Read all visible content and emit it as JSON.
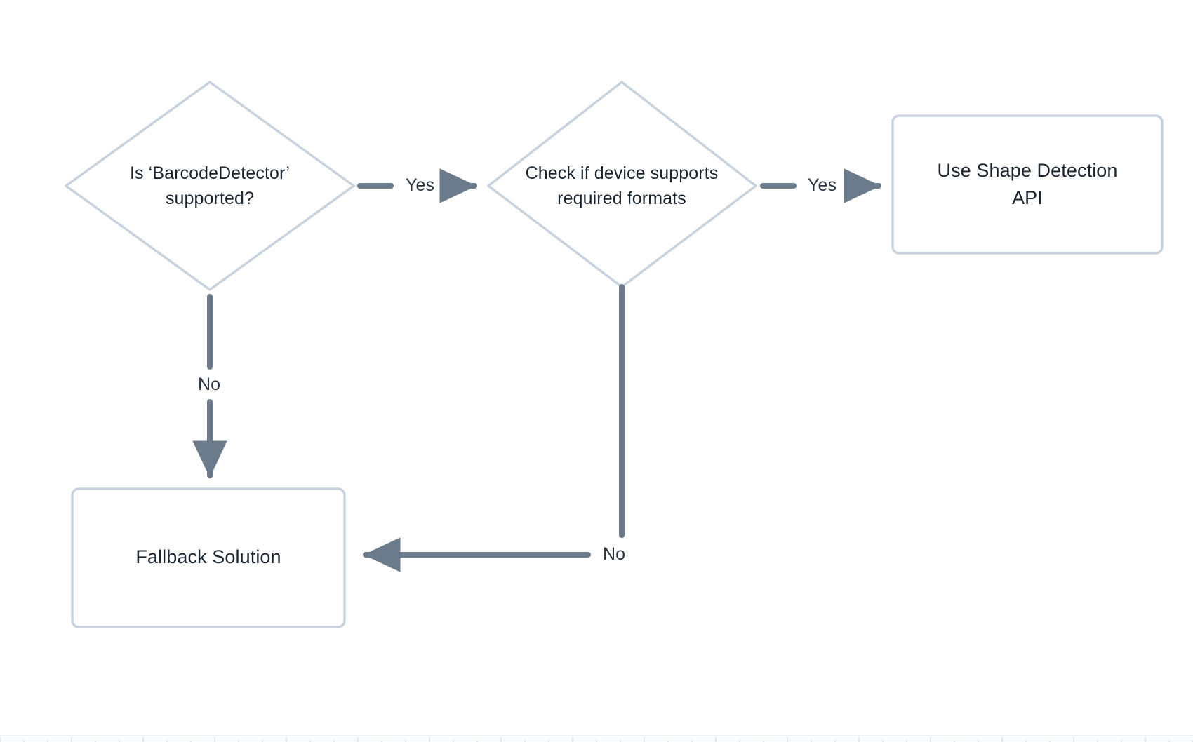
{
  "diagram": {
    "type": "flowchart",
    "background_color": "#ffffff",
    "shape_border_color": "#c8d2dd",
    "edge_color": "#6c7b8b",
    "text_color": "#1b252f",
    "nodes": [
      {
        "id": "n1",
        "shape": "diamond",
        "label": "Is ‘BarcodeDetector’\nsupported?"
      },
      {
        "id": "n2",
        "shape": "diamond",
        "label": "Check if device supports\nrequired formats"
      },
      {
        "id": "n3",
        "shape": "rounded-rect",
        "label": "Use Shape Detection\nAPI"
      },
      {
        "id": "n4",
        "shape": "rounded-rect",
        "label": "Fallback Solution"
      }
    ],
    "edges": [
      {
        "id": "e1",
        "from": "n1",
        "to": "n2",
        "label": "Yes"
      },
      {
        "id": "e2",
        "from": "n2",
        "to": "n3",
        "label": "Yes"
      },
      {
        "id": "e3",
        "from": "n1",
        "to": "n4",
        "label": "No"
      },
      {
        "id": "e4",
        "from": "n2",
        "to": "n4",
        "label": "No"
      }
    ]
  }
}
